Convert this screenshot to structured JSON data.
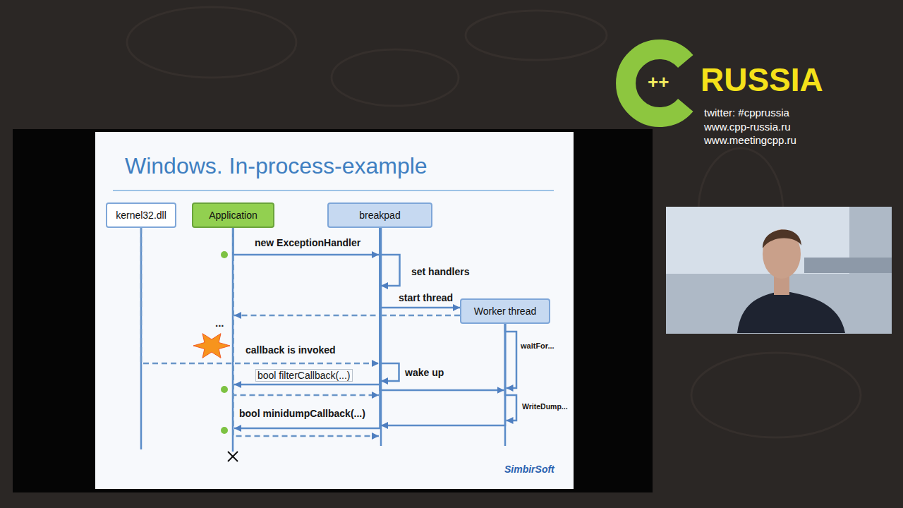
{
  "diagram": {
    "title": "Windows. In-process-example",
    "nodes": [
      {
        "text": [
          "kernel32.dll"
        ]
      },
      {
        "text": [
          "Application"
        ]
      },
      {
        "text": [
          "breakpad"
        ]
      },
      {
        "text": [
          "Worker thread"
        ]
      }
    ],
    "edges": [
      {
        "from": 1,
        "to": 2,
        "arrow": "to",
        "label": "new ExceptionHandler"
      },
      {
        "from": 2,
        "to": 2,
        "arrow": "to",
        "label": "set handlers"
      },
      {
        "from": 2,
        "to": 3,
        "arrow": "to",
        "label": "start thread"
      },
      {
        "from": 3,
        "to": 2,
        "arrow": "none"
      },
      {
        "from": 2,
        "to": 1,
        "arrow": "to"
      },
      {
        "from": 0,
        "to": 2,
        "arrow": "to",
        "label": "callback is invoked"
      },
      {
        "from": 2,
        "to": 2,
        "arrow": "to",
        "label": "wake up"
      },
      {
        "from": 2,
        "to": 1,
        "arrow": "to",
        "label": "bool filterCallback(...)"
      },
      {
        "from": 1,
        "to": 2,
        "arrow": "to"
      },
      {
        "from": 2,
        "to": 3,
        "arrow": "to"
      },
      {
        "from": 3,
        "to": 3,
        "arrow": "to",
        "label": "waitFor..."
      },
      {
        "from": 3,
        "to": 3,
        "arrow": "to",
        "label": "WriteDump..."
      },
      {
        "from": 2,
        "to": 1,
        "arrow": "to",
        "label": "bool minidumpCallback(...)"
      },
      {
        "from": 1,
        "to": 2,
        "arrow": "to"
      },
      {
        "from": 3,
        "to": 2,
        "arrow": "to"
      }
    ],
    "labels": [
      "...",
      "SimbirSoft",
      "++",
      "RUSSIA",
      "twitter: #cpprussia",
      "www.cpp-russia.ru",
      "www.meetingcpp.ru"
    ]
  }
}
